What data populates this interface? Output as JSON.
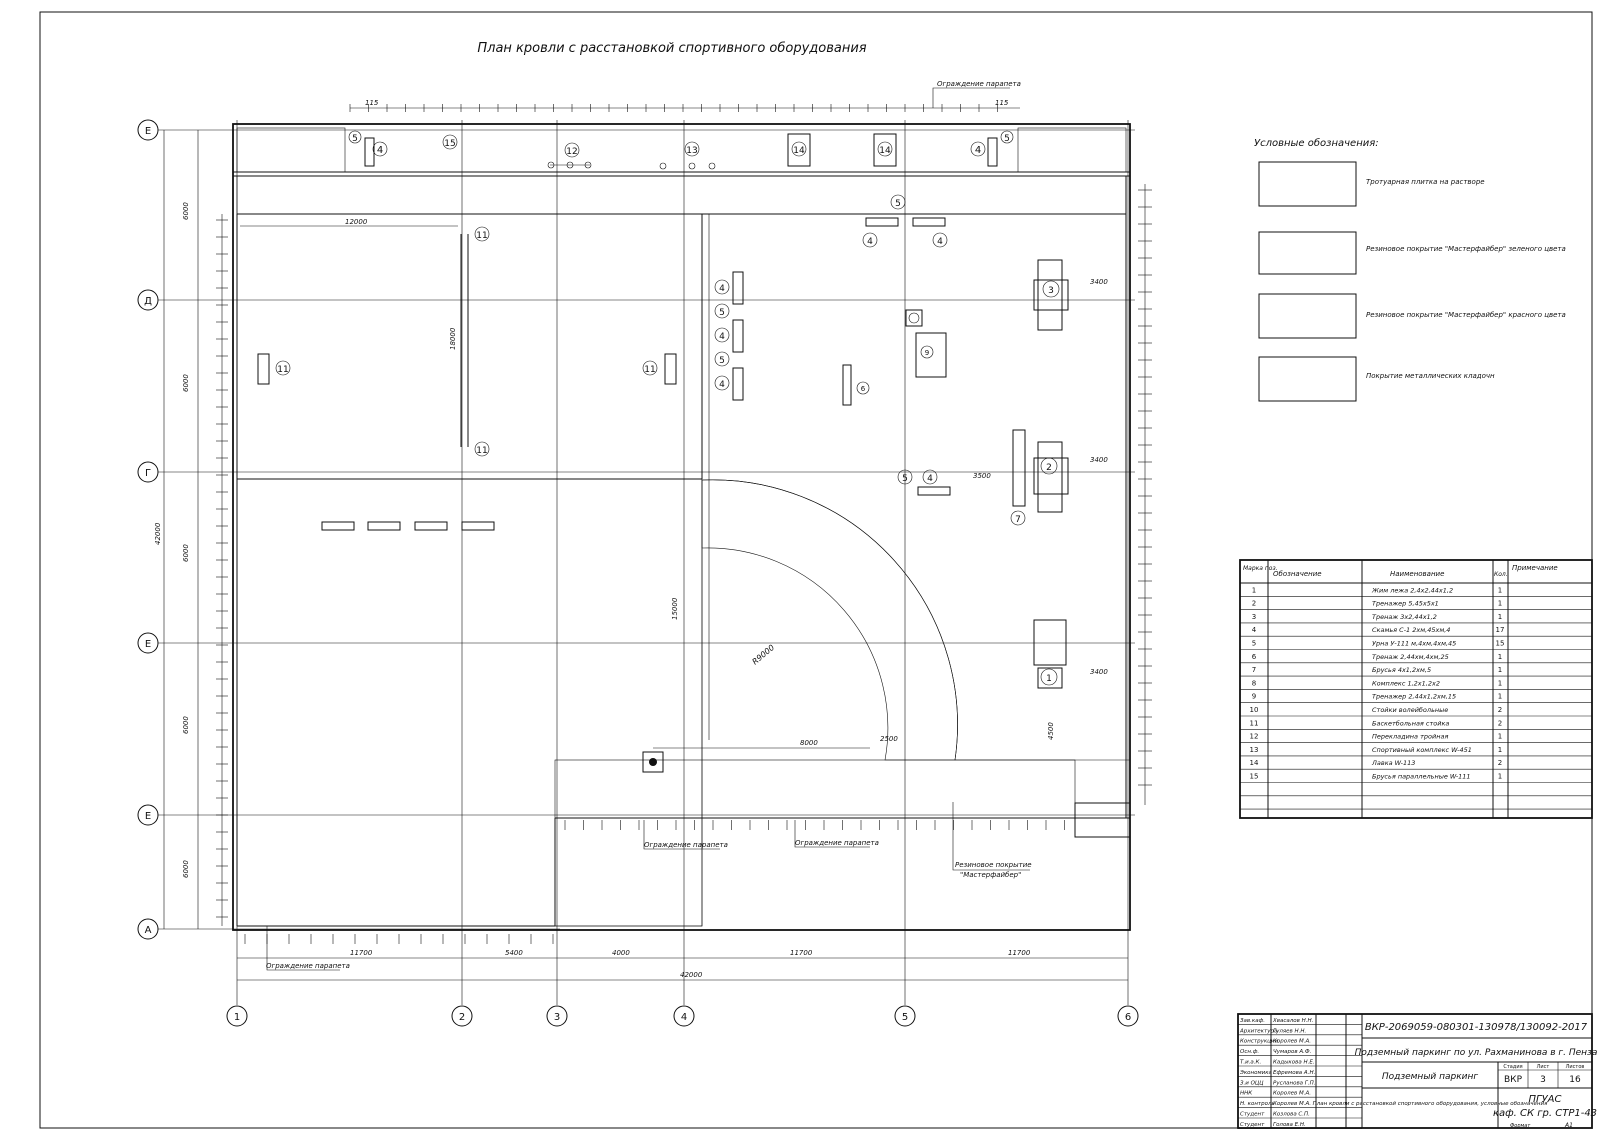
{
  "title": "План кровли с расстановкой спортивного оборудования",
  "notes": {
    "parapet_top": "Ограждение парапета",
    "parapet_bottom_left": "Ограждение парапета",
    "parapet_bottom_mid": "Ограждение парапета",
    "parapet_bottom_right": "Ограждение парапета",
    "masterfiber_1": "Резиновое покрытие",
    "masterfiber_2": "\"Мастерфайбер\""
  },
  "axes": {
    "rows": [
      "Е",
      "Д",
      "Г",
      "Е",
      "Е",
      "А"
    ],
    "cols": [
      "1",
      "2",
      "3",
      "4",
      "5",
      "6"
    ]
  },
  "dims": {
    "top_115_l": "115",
    "top_115_r": "115",
    "v_6000": "6000",
    "v_total": "42000",
    "b_11700_a": "11700",
    "b_5400": "5400",
    "b_4000": "4000",
    "b_11700_b": "11700",
    "b_11700_c": "11700",
    "b_total": "42000",
    "radius": "R9000",
    "d_12000": "12000",
    "d_18000": "18000",
    "d_15000": "15000",
    "d_8000": "8000",
    "d_3400": "3400",
    "d_3400b": "3400",
    "d_3400c": "3400",
    "d_3500": "3500",
    "d_2500": "2500",
    "d_4500": "4500"
  },
  "legend": {
    "heading": "Условные обозначения:",
    "items": [
      {
        "text": "Тротуарная плитка на растворе"
      },
      {
        "text": "Резиновое покрытие \"Мастерфайбер\" зеленого цвета"
      },
      {
        "text": "Резиновое покрытие \"Мастерфайбер\" красного цвета"
      },
      {
        "text": "Покрытие металлических кладочн"
      }
    ]
  },
  "spec": {
    "headers": [
      "Марка поз.",
      "Обозначение",
      "Наименование",
      "Кол.",
      "Примечание"
    ],
    "rows": [
      {
        "mark": "1",
        "name": "Жим лежа 2,4х2,44х1,2",
        "qty": "1"
      },
      {
        "mark": "2",
        "name": "Тренажер 5,45х5х1",
        "qty": "1"
      },
      {
        "mark": "3",
        "name": "Тренаж 3х2,44х1,2",
        "qty": "1"
      },
      {
        "mark": "4",
        "name": "Скамья С-1 2хм,45хм,4",
        "qty": "17"
      },
      {
        "mark": "5",
        "name": "Урна У-111 м,4хм,4хм,45",
        "qty": "15"
      },
      {
        "mark": "6",
        "name": "Тренаж 2,44хм,4хм,25",
        "qty": "1"
      },
      {
        "mark": "7",
        "name": "Брусья 4х1,2хм,5",
        "qty": "1"
      },
      {
        "mark": "8",
        "name": "Комплекс 1,2х1,2х2",
        "qty": "1"
      },
      {
        "mark": "9",
        "name": "Тренажер 2,44х1,2хм,15",
        "qty": "1"
      },
      {
        "mark": "10",
        "name": "Стойки волейбольные",
        "qty": "2"
      },
      {
        "mark": "11",
        "name": "Баскетбольная стойка",
        "qty": "2"
      },
      {
        "mark": "12",
        "name": "Перекладина тройная",
        "qty": "1"
      },
      {
        "mark": "13",
        "name": "Спортивный комплекс W-451",
        "qty": "1"
      },
      {
        "mark": "14",
        "name": "Лавка W-113",
        "qty": "2"
      },
      {
        "mark": "15",
        "name": "Брусья параллельные W-111",
        "qty": "1"
      }
    ]
  },
  "stamp": {
    "code": "ВКР-2069059-080301-130978/130092-2017",
    "project": "Подземный паркинг по ул. Рахманинова в г. Пенза",
    "object": "Подземный паркинг",
    "sheet_title": "План кровли с расстановкой спортивного оборудования, условные обозначения",
    "stage_h": "Стадия",
    "sheet_h": "Лист",
    "sheets_h": "Листов",
    "stage": "ВКР",
    "sheet": "3",
    "sheets": "16",
    "org1": "ПГУАС",
    "org2": "каф. СК гр. СТР1-43",
    "format": "Формат",
    "format_val": "А1",
    "roles": [
      "Зав.каф.",
      "Архитектура",
      "Конструкции",
      "Осн.ф.",
      "Т.и.а.К.",
      "Экономика",
      "З.и ОЦЦ",
      "ННК",
      "Н. контроль",
      "Студент",
      "Студент"
    ],
    "names": [
      "Хвасалов Н.Н.",
      "Гуляев Н.Н.",
      "Королев М.А.",
      "Чумаров А.Ф.",
      "Кадыкова Н.Е.",
      "Ефремова А.Н.",
      "Русланова Г.П.",
      "Королев М.А.",
      "Королев М.А.",
      "Козлова С.П.",
      "Голова Е.Н."
    ]
  }
}
